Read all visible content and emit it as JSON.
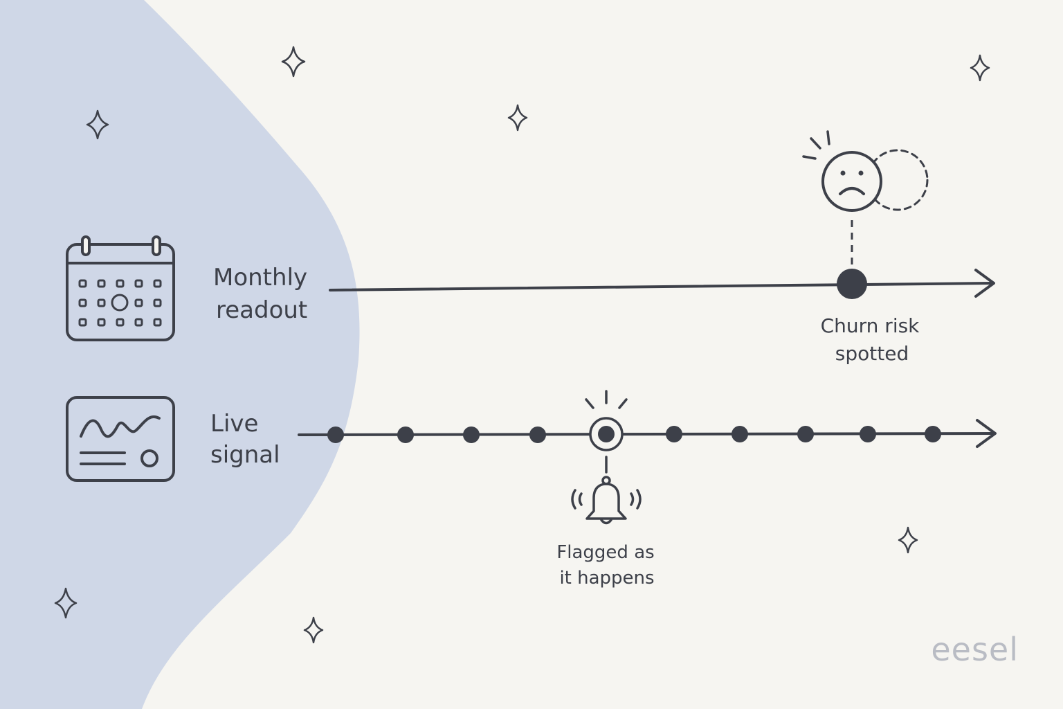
{
  "brand": {
    "name": "eesel"
  },
  "colors": {
    "background": "#f6f5f1",
    "blob": "#cfd7e7",
    "ink": "#3d4049",
    "brand_text": "#b9bcc4"
  },
  "rows": {
    "monthly": {
      "icon": "calendar-icon",
      "label_line1": "Monthly",
      "label_line2": "readout",
      "marker_icon": "sad-face-icon",
      "marker_label_line1": "Churn risk",
      "marker_label_line2": "spotted"
    },
    "live": {
      "icon": "dashboard-signal-icon",
      "label_line1": "Live",
      "label_line2": "signal",
      "marker_icon": "bell-icon",
      "marker_label_line1": "Flagged as",
      "marker_label_line2": "it happens"
    }
  }
}
